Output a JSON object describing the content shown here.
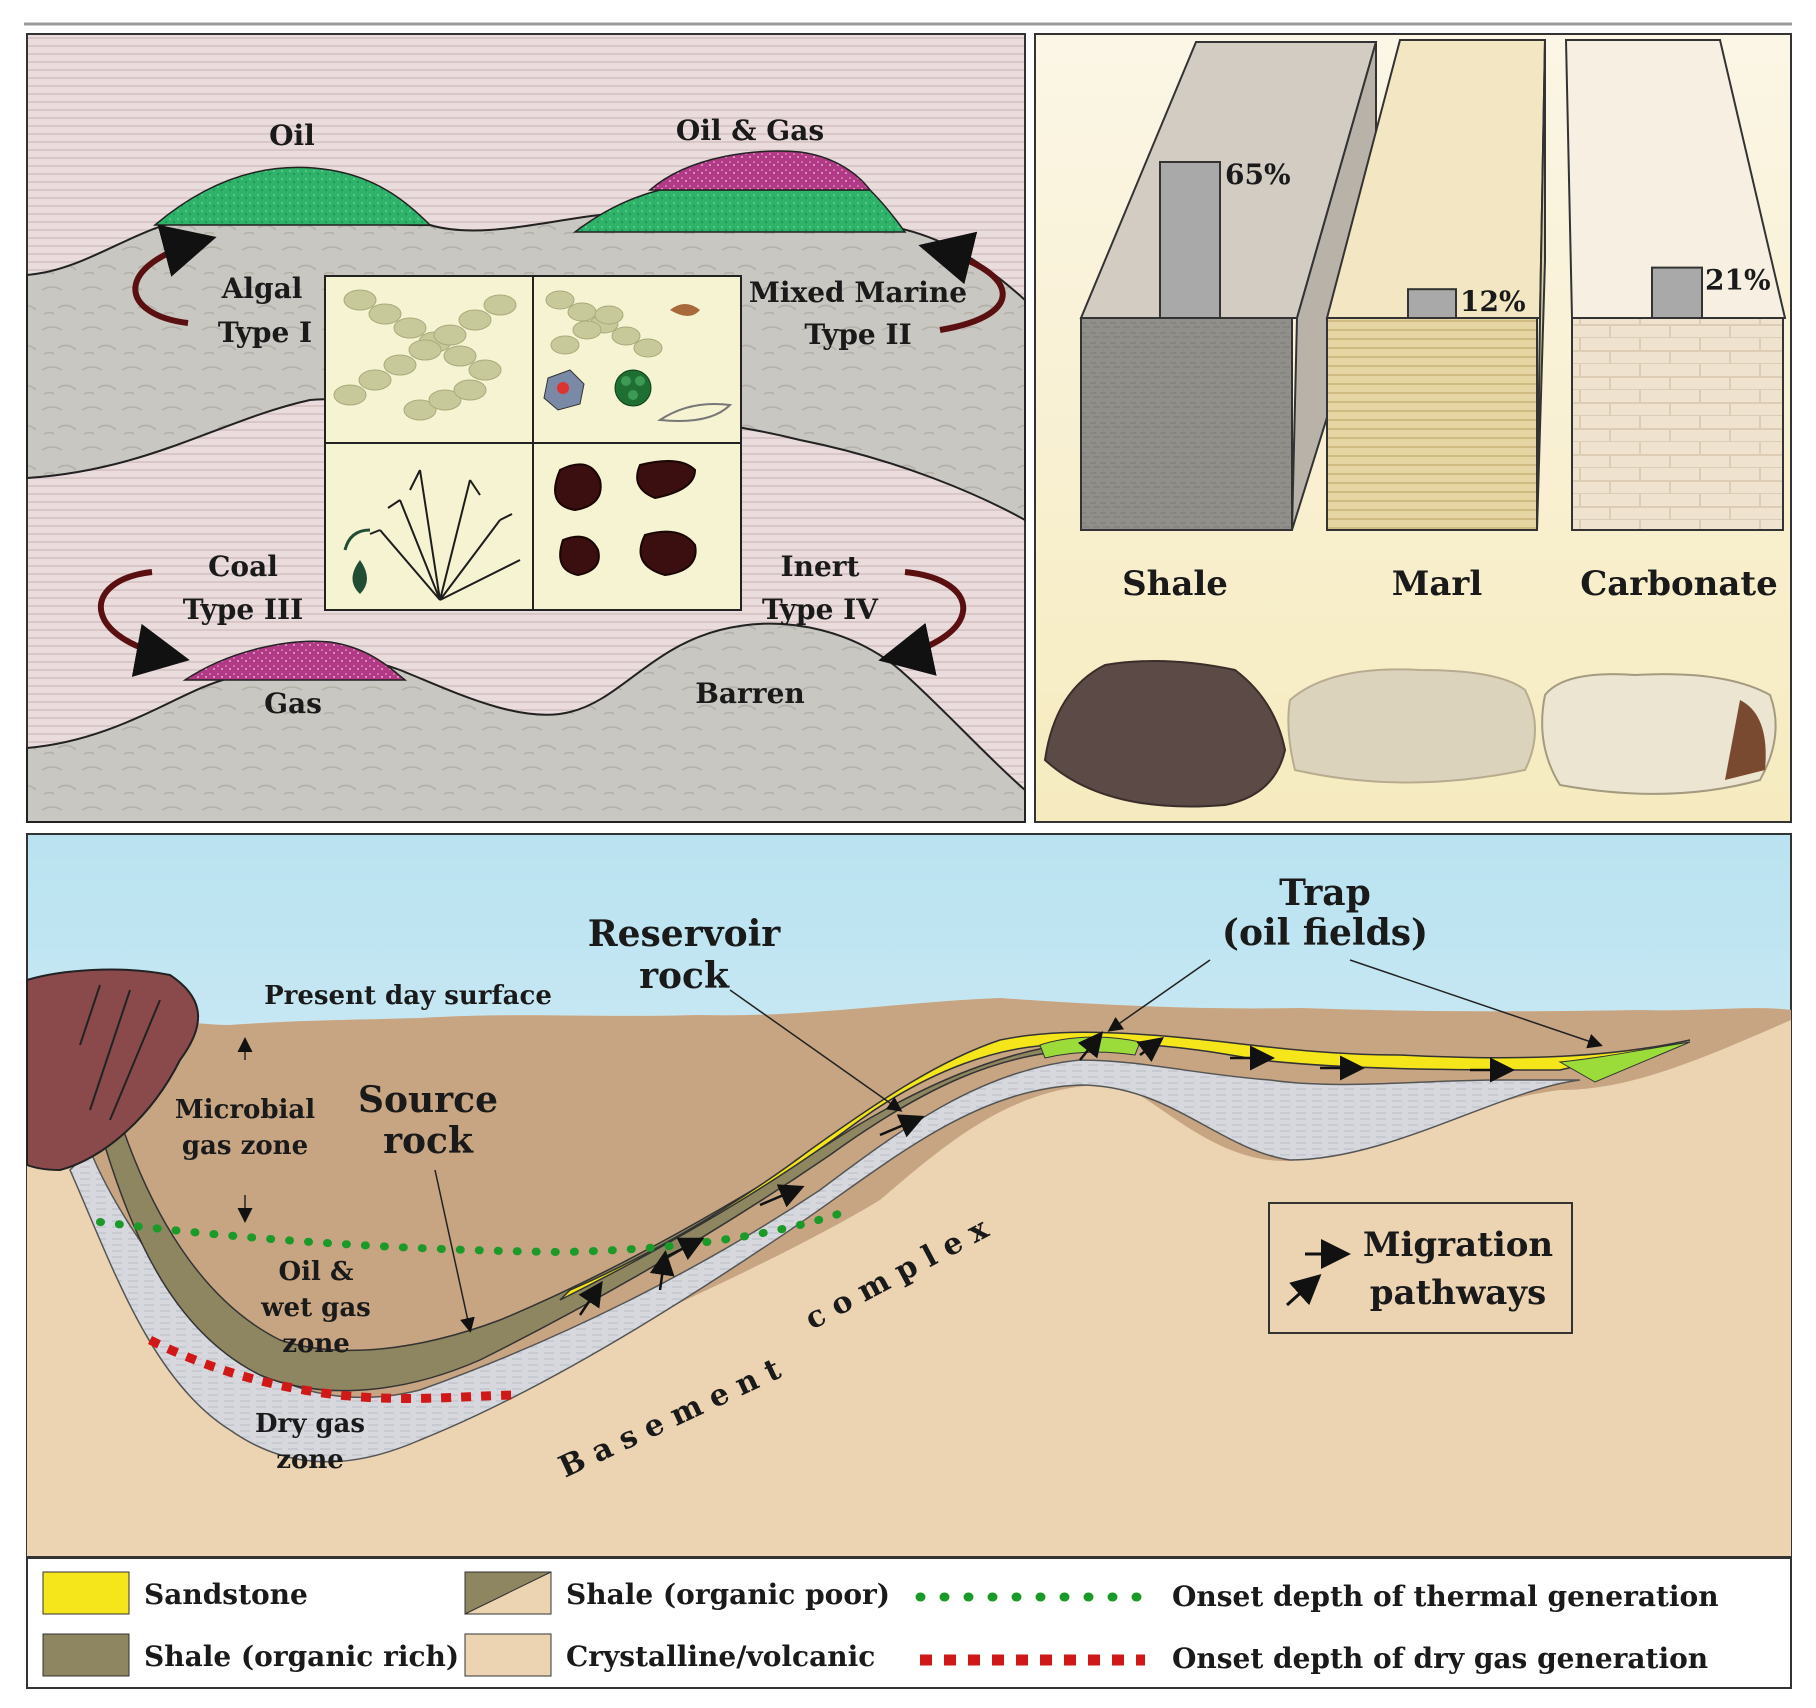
{
  "organic_types_panel": {
    "top_left_label": "Oil",
    "top_right_label": "Oil & Gas",
    "algal_line1": "Algal",
    "algal_line2": "Type I",
    "marine_line1": "Mixed Marine",
    "marine_line2": "Type II",
    "coal_line1": "Coal",
    "coal_line2": "Type III",
    "inert_line1": "Inert",
    "inert_line2": "Type IV",
    "bottom_left_label": "Gas",
    "bottom_right_label": "Barren"
  },
  "lithology_panel": {
    "columns": [
      {
        "name": "Shale",
        "percent_label": "65%",
        "percent_value": 65,
        "color": "#8f8e88"
      },
      {
        "name": "Marl",
        "percent_label": "12%",
        "percent_value": 12,
        "color": "#e3d39e"
      },
      {
        "name": "Carbonate",
        "percent_label": "21%",
        "percent_value": 21,
        "color": "#efe3cf"
      }
    ]
  },
  "basin_section": {
    "present_surface": "Present day surface",
    "microbial_line1": "Microbial",
    "microbial_line2": "gas zone",
    "source_line1": "Source",
    "source_line2": "rock",
    "reservoir_line1": "Reservoir",
    "reservoir_line2": "rock",
    "trap_line1": "Trap",
    "trap_line2": "(oil fields)",
    "oilwet_line1": "Oil &",
    "oilwet_line2": "wet gas",
    "oilwet_line3": "zone",
    "drygas_line1": "Dry gas",
    "drygas_line2": "zone",
    "basement_word1": "B a s e m e n t",
    "basement_word2": "c o m p l e x",
    "migration_line1": "Migration",
    "migration_line2": "pathways"
  },
  "legend": {
    "sandstone": "Sandstone",
    "shale_rich": "Shale (organic rich)",
    "shale_poor": "Shale (organic poor)",
    "crystalline": "Crystalline/volcanic",
    "thermal_onset": "Onset depth of thermal generation",
    "drygas_onset": "Onset depth of dry gas generation"
  },
  "colors": {
    "sandstone": "#f5e61c",
    "shale_rich": "#8e8660",
    "crystalline": "#ecd3b2",
    "sky": "#cdeaf3",
    "oil_green": "#2fb36a",
    "gas_magenta": "#b03a86",
    "trap_green": "#9bdc3a",
    "thermal_dots": "#1b9a2a",
    "drygas_dash": "#d01818"
  }
}
